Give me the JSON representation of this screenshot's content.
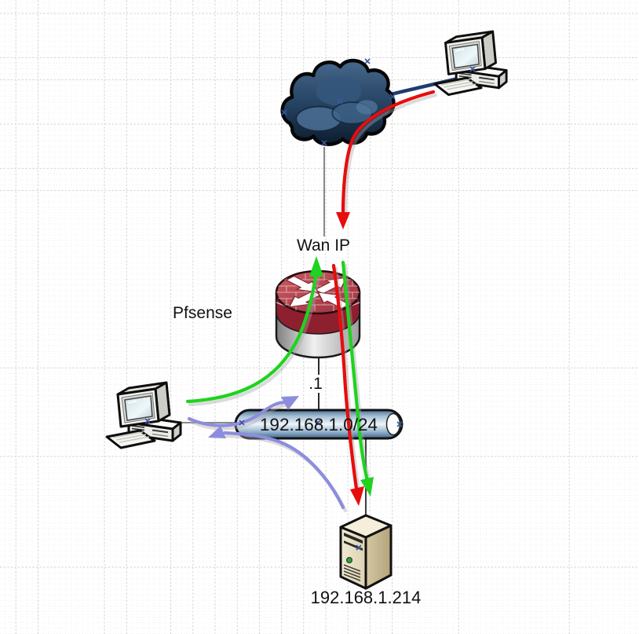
{
  "diagram": {
    "labels": {
      "wan_ip": "Wan IP",
      "firewall_name": "Pfsense",
      "gateway_suffix": ".1",
      "lan_subnet": "192.168.1.0/24",
      "server_ip": "192.168.1.214"
    },
    "colors": {
      "flow_inbound_red": "#e60d0d",
      "flow_outbound_green": "#1fd31f",
      "flow_lan_purple": "#8d8dde",
      "link_wan_navy": "#1e3c6e",
      "link_gray": "#8a8a8a",
      "link_dark": "#2b2b2b",
      "grid_major": "#d2d2d2",
      "grid_minor": "#efefef",
      "cloud_blue": "#2c4a6b",
      "firewall_brick_red": "#b5434e",
      "segment_pipe_blue": "#a6c0d6",
      "server_beige": "#e9e1c6"
    }
  }
}
